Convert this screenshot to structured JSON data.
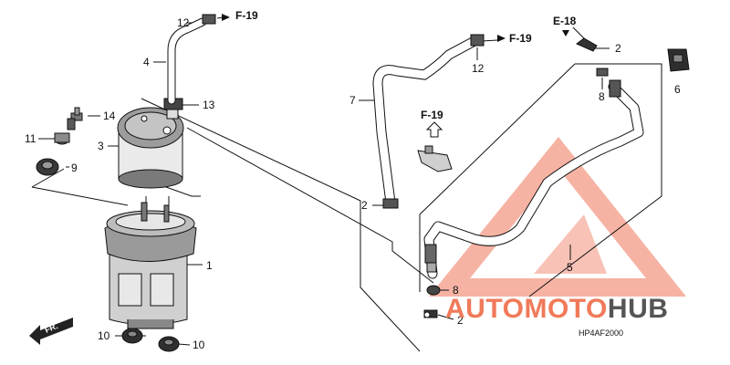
{
  "diagram": {
    "part_labels": {
      "p1": "1",
      "p2a": "2",
      "p2b": "2",
      "p2c": "2",
      "p3": "3",
      "p4": "4",
      "p5": "5",
      "p6": "6",
      "p7": "7",
      "p8a": "8",
      "p8b": "8",
      "p9": "9",
      "p10a": "10",
      "p10b": "10",
      "p11": "11",
      "p12a": "12",
      "p12b": "12",
      "p13": "13",
      "p14": "14"
    },
    "references": {
      "f19_top": "F-19",
      "f19_right": "F-19",
      "f19_mid": "F-19",
      "e18": "E-18"
    },
    "direction_label": "FR.",
    "diagram_code": "HP4AF2000"
  },
  "watermark": {
    "part1": "AUTOMOTO",
    "part2": "HUB",
    "color1": "#f07a5a",
    "color2": "#555555",
    "triangle_color": "#f39a85"
  }
}
